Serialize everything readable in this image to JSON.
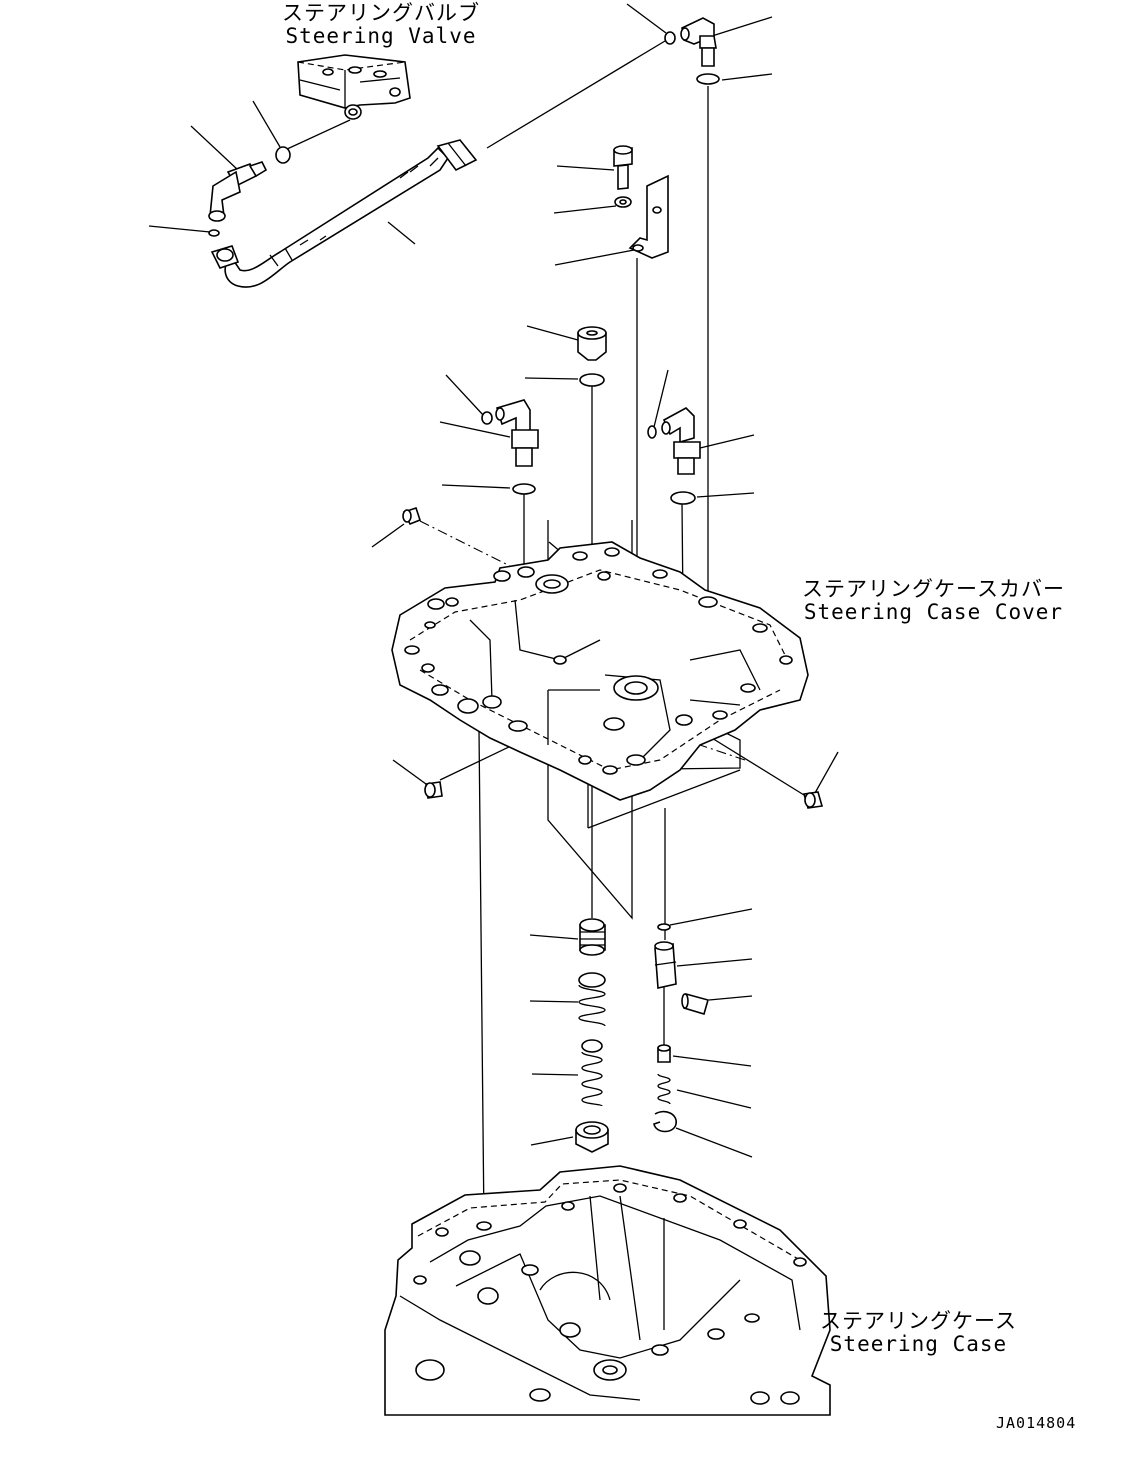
{
  "labels": {
    "steering_valve_jp": "ステアリングバルブ",
    "steering_valve_en": "Steering Valve",
    "steering_case_cover_jp": "ステアリングケースカバー",
    "steering_case_cover_en": "Steering Case Cover",
    "steering_case_jp": "ステアリングケース",
    "steering_case_en": "Steering Case"
  },
  "drawing_code": "JA014804"
}
